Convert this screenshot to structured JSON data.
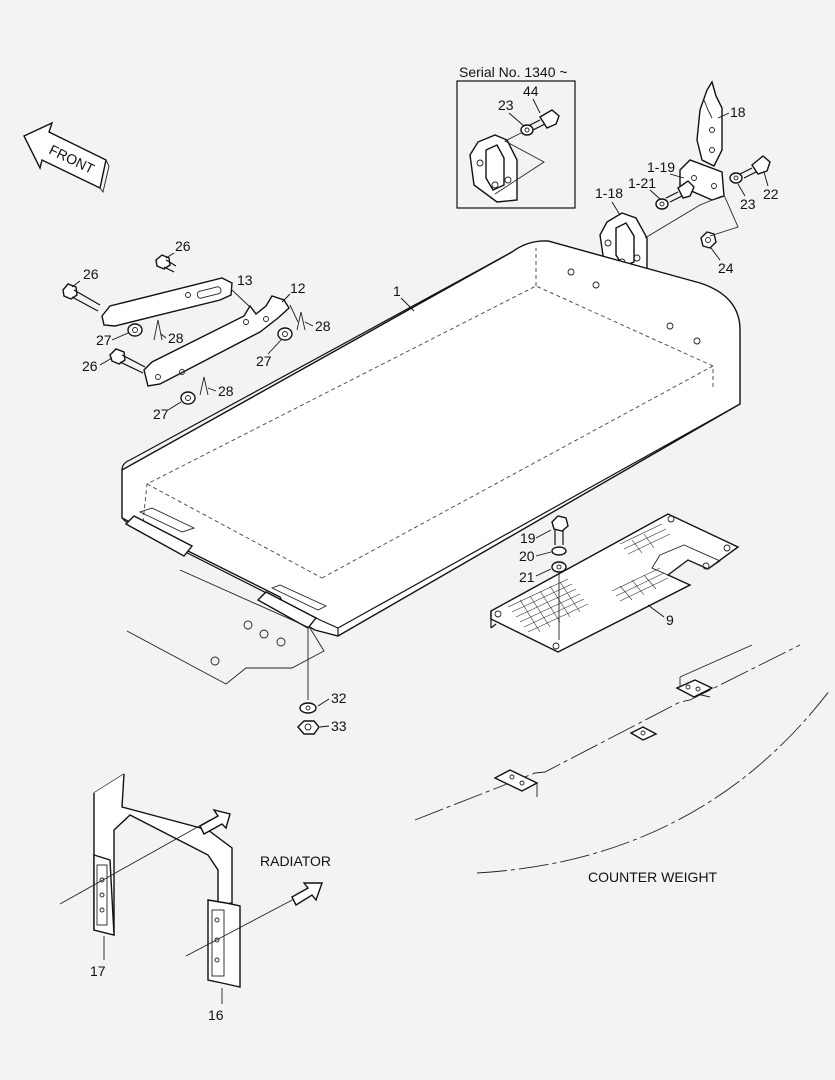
{
  "serial_box_title": "Serial No. 1340 ~",
  "front_label": "FRONT",
  "radiator_label": "RADIATOR",
  "counter_weight_label": "COUNTER WEIGHT",
  "callouts": {
    "c1": "1",
    "c9": "9",
    "c12": "12",
    "c13": "13",
    "c16": "16",
    "c17": "17",
    "c18": "18",
    "c19": "19",
    "c20": "20",
    "c21": "21",
    "c22": "22",
    "c23_top": "23",
    "c23_right": "23",
    "c24": "24",
    "c26_a": "26",
    "c26_b": "26",
    "c26_c": "26",
    "c27_a": "27",
    "c27_b": "27",
    "c27_c": "27",
    "c28_a": "28",
    "c28_b": "28",
    "c28_c": "28",
    "c32": "32",
    "c33": "33",
    "c44": "44",
    "c1_18": "1-18",
    "c1_19": "1-19",
    "c1_21": "1-21"
  }
}
